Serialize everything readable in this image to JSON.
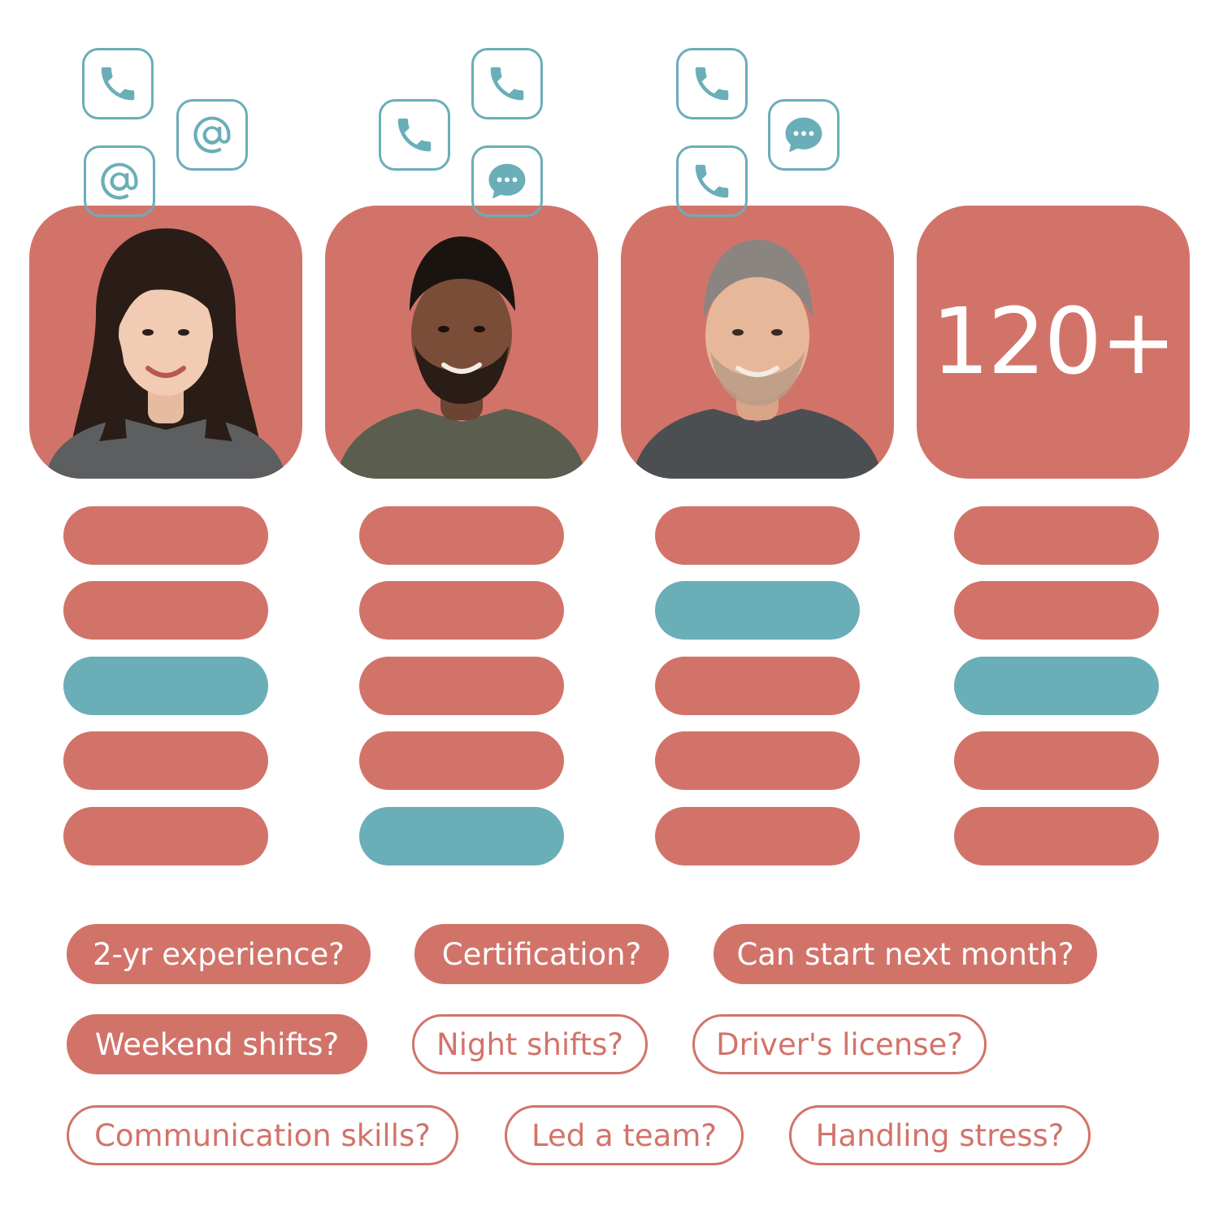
{
  "colors": {
    "accent": "#d2736a",
    "secondary": "#6aaeb8"
  },
  "candidates": [
    {
      "avatar": "woman-portrait",
      "contact_icons": [
        "phone-icon",
        "at-sign-icon",
        "at-sign-icon"
      ],
      "bars": [
        "coral",
        "coral",
        "teal",
        "coral",
        "coral"
      ]
    },
    {
      "avatar": "man-portrait",
      "contact_icons": [
        "phone-icon",
        "phone-icon",
        "chat-bubble-icon"
      ],
      "bars": [
        "coral",
        "coral",
        "coral",
        "coral",
        "teal"
      ]
    },
    {
      "avatar": "man-portrait",
      "contact_icons": [
        "phone-icon",
        "chat-bubble-icon",
        "phone-icon"
      ],
      "bars": [
        "coral",
        "teal",
        "coral",
        "coral",
        "coral"
      ]
    }
  ],
  "more_candidates": {
    "count_label": "120+",
    "bars": [
      "coral",
      "coral",
      "teal",
      "coral",
      "coral"
    ]
  },
  "questions": [
    {
      "label": "2-yr experience?",
      "style": "filled"
    },
    {
      "label": "Certification?",
      "style": "filled"
    },
    {
      "label": "Can start next month?",
      "style": "filled"
    },
    {
      "label": "Weekend shifts?",
      "style": "filled"
    },
    {
      "label": "Night shifts?",
      "style": "outline"
    },
    {
      "label": "Driver's license?",
      "style": "outline"
    },
    {
      "label": "Communication skills?",
      "style": "outline"
    },
    {
      "label": "Led a team?",
      "style": "outline"
    },
    {
      "label": "Handling stress?",
      "style": "outline"
    }
  ]
}
